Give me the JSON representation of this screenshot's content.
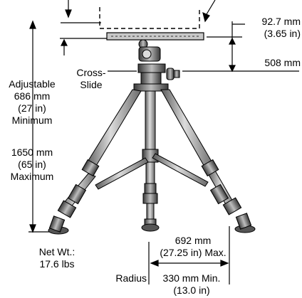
{
  "labels": {
    "top_right_1": "92.7 mm",
    "top_right_2": "(3.65 in)",
    "height_508": "508 mm",
    "cross_slide_1": "Cross-",
    "cross_slide_2": "Slide",
    "adjustable": "Adjustable",
    "min_mm": "686 mm",
    "min_in": "(27 in)",
    "minimum": "Minimum",
    "max_mm": "1650 mm",
    "max_in": "(65 in)",
    "maximum": "Maximum",
    "netwt_1": "Net Wt.:",
    "netwt_2": "17.6 lbs",
    "span_mm": "692 mm",
    "span_in": "(27.25 in) Max.",
    "radius": "Radius",
    "radius_min": "330 mm Min.",
    "radius_in": "(13.0 in)"
  }
}
